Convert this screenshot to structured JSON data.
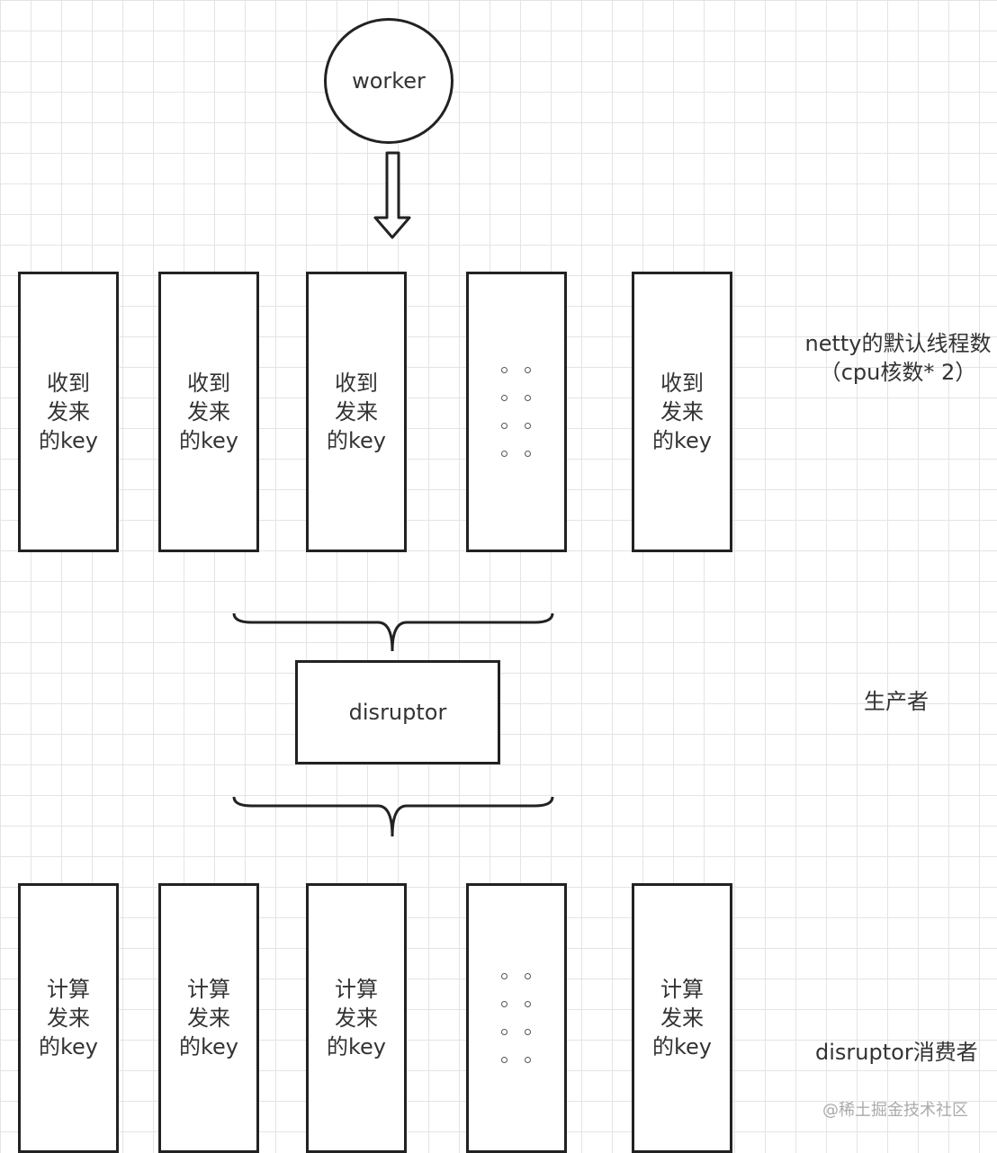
{
  "worker": {
    "label": "worker"
  },
  "top_row": [
    {
      "lines": [
        "收到",
        "发来",
        "的key"
      ]
    },
    {
      "lines": [
        "收到",
        "发来",
        "的key"
      ]
    },
    {
      "lines": [
        "收到",
        "发来",
        "的key"
      ]
    },
    {
      "ellipsis": true
    },
    {
      "lines": [
        "收到",
        "发来",
        "的key"
      ]
    }
  ],
  "bottom_row": [
    {
      "lines": [
        "计算",
        "发来",
        "的key"
      ]
    },
    {
      "lines": [
        "计算",
        "发来",
        "的key"
      ]
    },
    {
      "lines": [
        "计算",
        "发来",
        "的key"
      ]
    },
    {
      "ellipsis": true
    },
    {
      "lines": [
        "计算",
        "发来",
        "的key"
      ]
    }
  ],
  "disruptor": {
    "label": "disruptor"
  },
  "side_labels": {
    "netty_line1": "netty的默认线程数",
    "netty_line2": "（cpu核数* 2）",
    "producer": "生产者",
    "consumer": "disruptor消费者"
  },
  "watermark": "@稀土掘金技术社区"
}
